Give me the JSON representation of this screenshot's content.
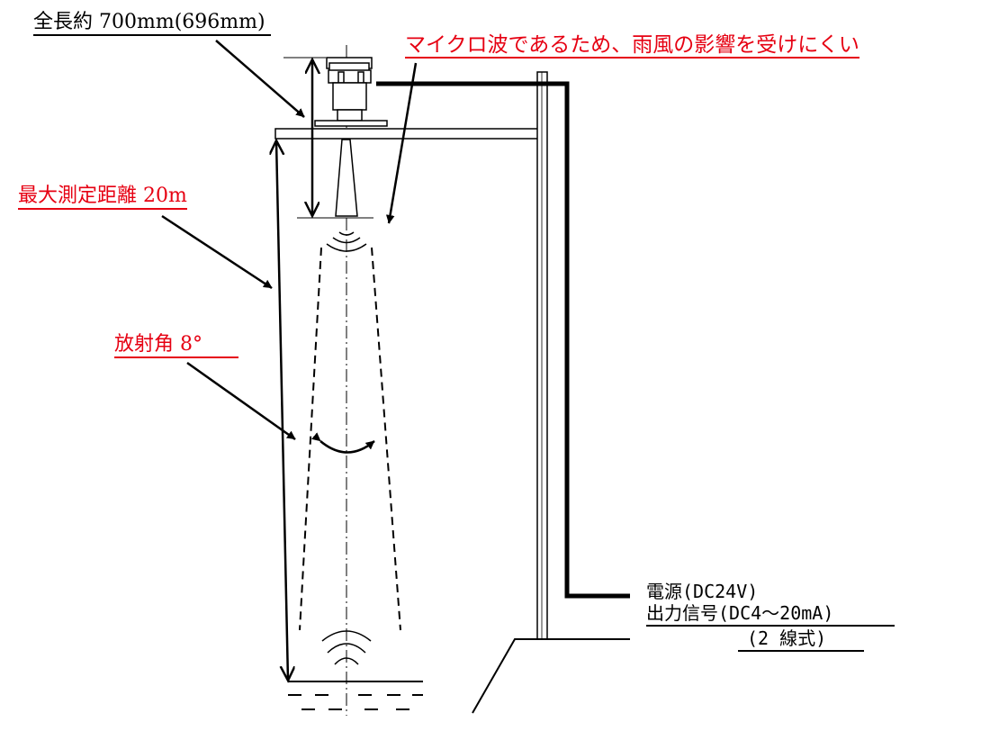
{
  "labels": {
    "total_length": "全長約 700mm(696mm)",
    "microwave_note": "マイクロ波であるため、雨風の影響を受けにくい",
    "max_range": "最大測定距離 20m",
    "beam_angle": "放射角 8°",
    "power": "電源(DC24V)",
    "output_signal": "出力信号(DC4～20mA)",
    "wiring": "(2 線式)"
  },
  "colors": {
    "accent": "#e60012",
    "line": "#000000"
  }
}
